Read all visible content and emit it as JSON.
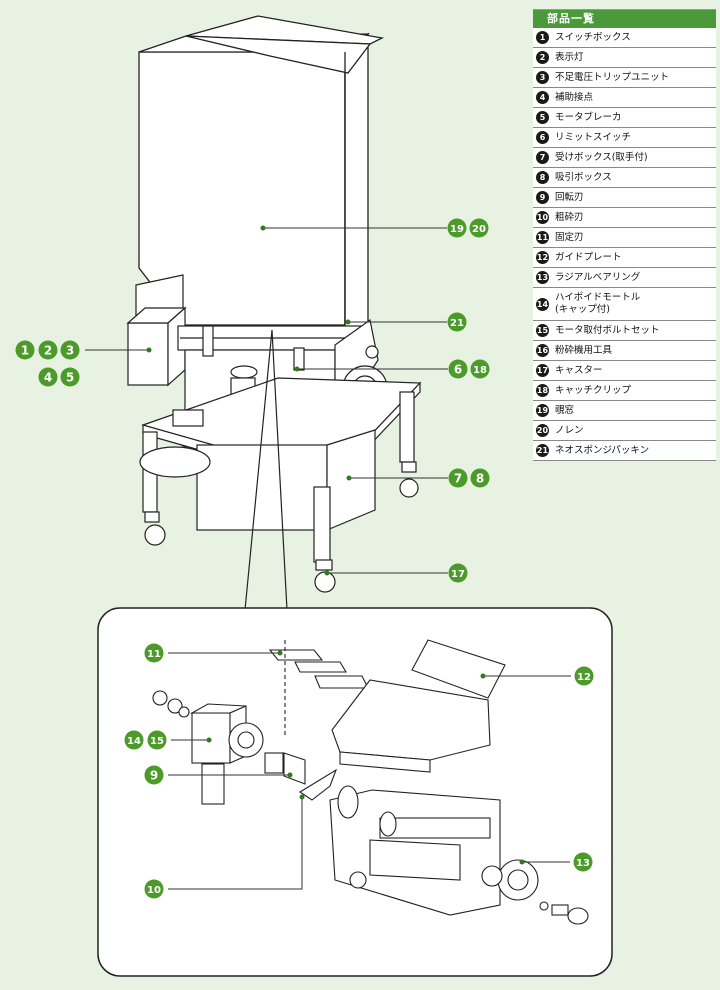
{
  "parts_list": {
    "title": "部品一覧",
    "items": [
      {
        "num": "1",
        "name": "スイッチボックス"
      },
      {
        "num": "2",
        "name": "表示灯"
      },
      {
        "num": "3",
        "name": "不足電圧トリップユニット"
      },
      {
        "num": "4",
        "name": "補助接点"
      },
      {
        "num": "5",
        "name": "モータブレーカ"
      },
      {
        "num": "6",
        "name": "リミットスイッチ"
      },
      {
        "num": "7",
        "name": "受けボックス(取手付)"
      },
      {
        "num": "8",
        "name": "吸引ボックス"
      },
      {
        "num": "9",
        "name": "回転刃"
      },
      {
        "num": "10",
        "name": "粗砕刃"
      },
      {
        "num": "11",
        "name": "固定刃"
      },
      {
        "num": "12",
        "name": "ガイドプレート"
      },
      {
        "num": "13",
        "name": "ラジアルベアリング"
      },
      {
        "num": "14",
        "name": "ハイポイドモートル\n(キャップ付)"
      },
      {
        "num": "15",
        "name": "モータ取付ボルトセット"
      },
      {
        "num": "16",
        "name": "粉砕機用工具"
      },
      {
        "num": "17",
        "name": "キャスター"
      },
      {
        "num": "18",
        "name": "キャッチクリップ"
      },
      {
        "num": "19",
        "name": "覗窓"
      },
      {
        "num": "20",
        "name": "ノレン"
      },
      {
        "num": "21",
        "name": "ネオスポンジパッキン"
      }
    ]
  },
  "callouts": {
    "c1": "1",
    "c2": "2",
    "c3": "3",
    "c4": "4",
    "c5": "5",
    "c6": "6",
    "c18": "18",
    "c7": "7",
    "c8": "8",
    "c17": "17",
    "c19": "19",
    "c20": "20",
    "c21": "21",
    "c11": "11",
    "c12": "12",
    "c9": "9",
    "c10": "10",
    "c13": "13",
    "c14": "14",
    "c15": "15"
  }
}
